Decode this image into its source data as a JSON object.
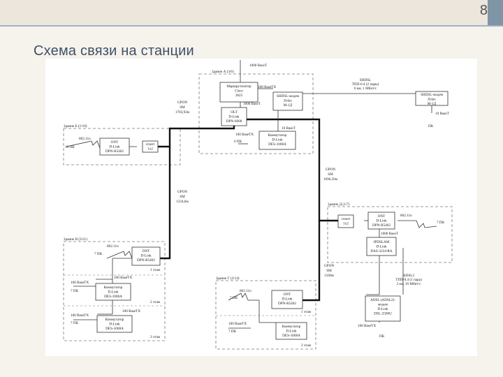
{
  "slide": {
    "number": "8",
    "title": "Схема связи на станции"
  },
  "diagram": {
    "buildings": {
      "a": "Здание А (3/6)",
      "b": "Здание Б (1/10)",
      "v": "Здание В (3/21)",
      "g": "Здание Г (2/14)",
      "d": "Здание Д (1/7)"
    },
    "nodes": {
      "router": [
        "Маршрутизатор",
        "Cisco",
        "3825"
      ],
      "olt": [
        "OLT",
        "D-Link",
        "DPN-6608"
      ],
      "shdsl_a": [
        "SHDSL-модем",
        "Zelax",
        "M-1Д"
      ],
      "shdsl_remote": [
        "SHDSL-модем",
        "Zelax",
        "M-1Д"
      ],
      "switch_a": [
        "Коммутатор",
        "D-Link",
        "DES-1008A"
      ],
      "ont_b": [
        "ONT",
        "D-Link",
        "DPN-R5402"
      ],
      "split_b": [
        "сплит",
        "1x2"
      ],
      "ont_v": [
        "ONT",
        "D-Link",
        "DPN-R5402"
      ],
      "switch_v2": [
        "Коммутатор",
        "D-Link",
        "DES-1008A"
      ],
      "switch_v3": [
        "Коммутатор",
        "D-Link",
        "DES-1008A"
      ],
      "ont_g": [
        "ONT",
        "D-Link",
        "DPN-R5402"
      ],
      "switch_g": [
        "Коммутатор",
        "D-Link",
        "DES-1008A"
      ],
      "split_d": [
        "сплит",
        "1x2"
      ],
      "ont_d": [
        "ONT",
        "D-Link",
        "DPN-R5402"
      ],
      "ipdslam": [
        "IPDSLAM",
        "D-Link",
        "DAS-3224/RA"
      ],
      "adsl_modem": [
        "ADSL (ADSL2)-",
        "модем",
        "D-Link",
        "DSL-2500U"
      ]
    },
    "labels": {
      "base_1000": "1000 BaseT",
      "base_100tx": "100 BaseTX",
      "base_10": "10 BaseT",
      "wifi": "802.11n",
      "pc_10": "10 ПК",
      "pc_7": "7 ПК",
      "pc_6": "6 ПК",
      "pc": "ПК",
      "floor_1": "1 этаж",
      "floor_2": "2 этаж",
      "floor_3": "3 этаж",
      "shdsl_title": "SHDSL",
      "shdsl_line": "ТПП-0.4 (2 пары)",
      "shdsl_speed": "6 км, 1 Мбит/с",
      "adsl_title": "ADSL2",
      "adsl_line": "ТПП-0.4 (1 пара)",
      "adsl_speed": "2 км, 10 Мбит/с",
      "gpon": "GPON",
      "sm": "SM",
      "len_b": "1783,92м",
      "len_v": "1234,8м",
      "len_d": "1696,56м",
      "len_g": "1560м"
    }
  }
}
